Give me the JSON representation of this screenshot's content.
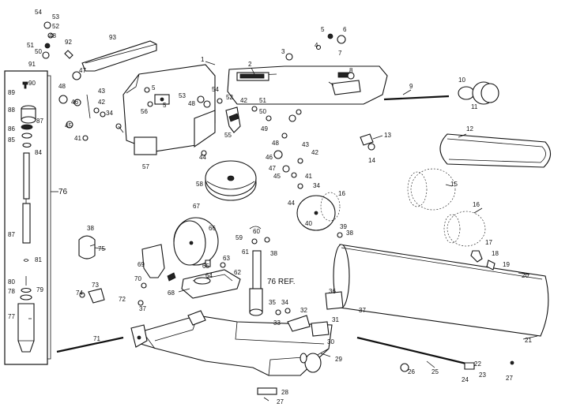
{
  "diagram": {
    "callouts": {
      "c1": "1",
      "c2": "2",
      "c3": "3",
      "c4": "4",
      "c5": "5",
      "c6": "6",
      "c7": "7",
      "c8": "8",
      "c9": "9",
      "c10": "10",
      "c11": "11",
      "c12": "12",
      "c13": "13",
      "c14": "14",
      "c15": "15",
      "c16": "16",
      "c17": "17",
      "c18": "18",
      "c19": "19",
      "c20": "20",
      "c21": "21",
      "c22": "22",
      "c23": "23",
      "c24": "24",
      "c25": "25",
      "c26": "26",
      "c27": "27",
      "c28": "28",
      "c29": "29",
      "c30": "30",
      "c31": "31",
      "c32": "32",
      "c33": "33",
      "c34": "34",
      "c35": "35",
      "c36": "36",
      "c37": "37",
      "c38": "38",
      "c39": "39",
      "c40": "40",
      "c41": "41",
      "c42": "42",
      "c43": "43",
      "c44": "44",
      "c45": "45",
      "c46": "46",
      "c47": "47",
      "c48": "48",
      "c49": "49",
      "c50": "50",
      "c51": "51",
      "c52": "52",
      "c53": "53",
      "c54": "54",
      "c55": "55",
      "c56": "56",
      "c57": "57",
      "c58": "58",
      "c59": "59",
      "c60": "60",
      "c61": "61",
      "c62": "62",
      "c63": "63",
      "c64": "64",
      "c65": "65",
      "c66": "66",
      "c67": "67",
      "c68": "68",
      "c69": "69",
      "c70": "70",
      "c71": "71",
      "c72": "72",
      "c73": "73",
      "c74": "74",
      "c75": "75",
      "c76": "76",
      "c77": "77",
      "c78": "78",
      "c79": "79",
      "c80": "80",
      "c81": "81",
      "c84": "84",
      "c85": "85",
      "c86": "86",
      "c87": "87",
      "c88": "88",
      "c89": "89",
      "c90": "90",
      "c91": "91",
      "c92": "92",
      "c93": "93",
      "c76ref": "76 REF."
    }
  }
}
